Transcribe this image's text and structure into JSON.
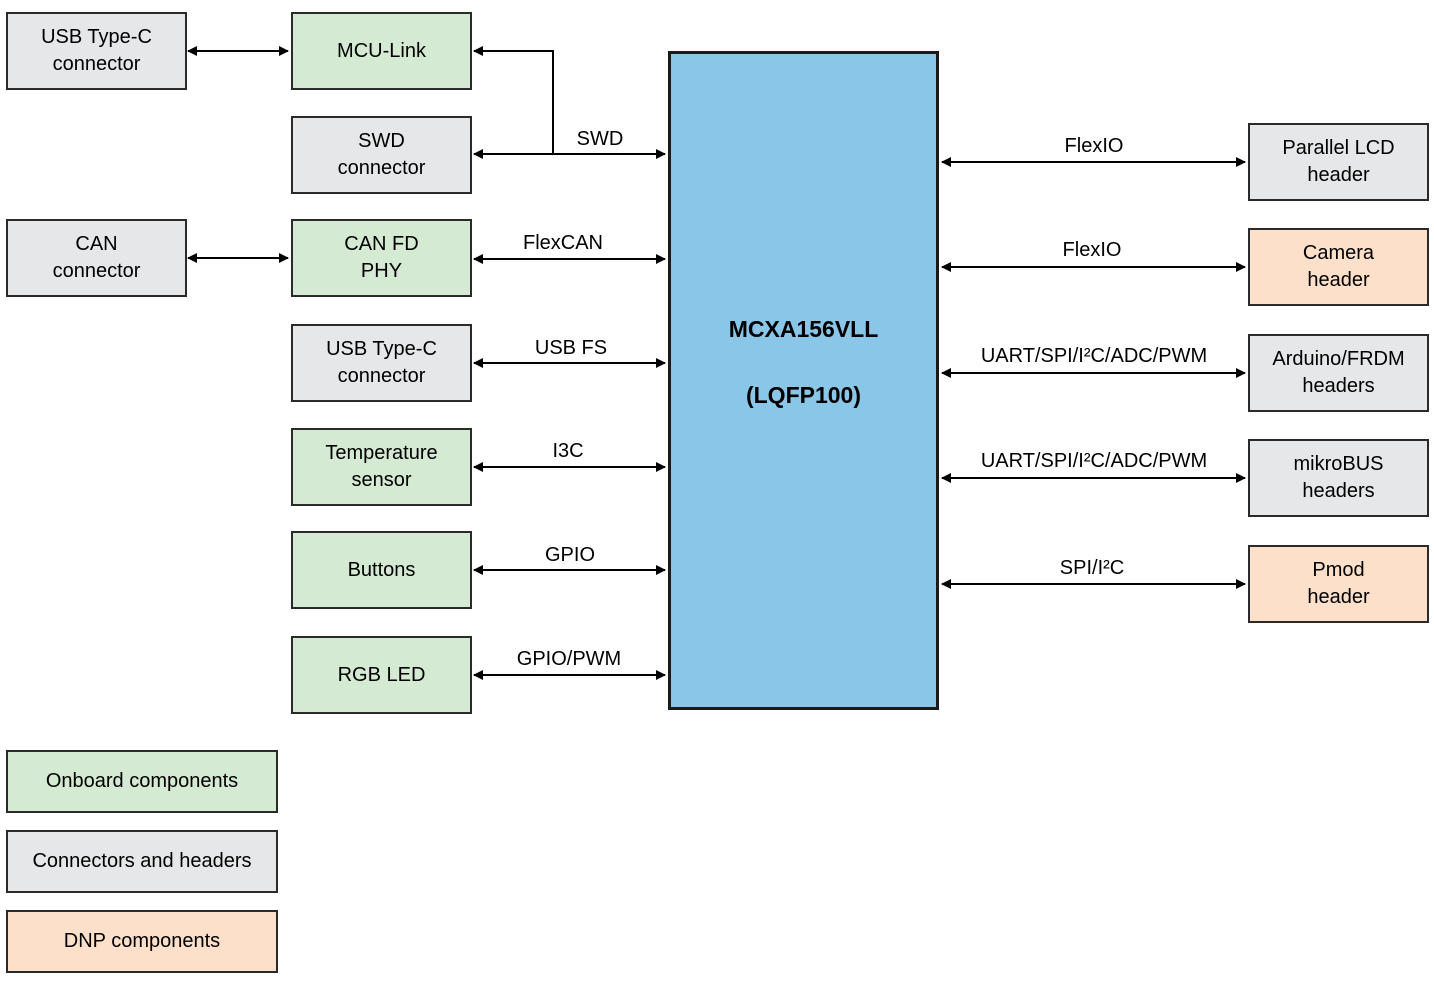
{
  "mcu": {
    "name": "MCXA156VLL",
    "package": "(LQFP100)"
  },
  "colors": {
    "onboard": "#d5ead3",
    "connector": "#e6e7e8",
    "dnp": "#fde0c9",
    "mcu": "#8ac6e8"
  },
  "left_outer": [
    {
      "id": "usbc-debug",
      "label": "USB Type-C\nconnector",
      "category": "connector"
    },
    {
      "id": "can-conn",
      "label": "CAN\nconnector",
      "category": "connector"
    }
  ],
  "left_blocks": [
    {
      "id": "mcu-link",
      "label": "MCU-Link",
      "category": "onboard"
    },
    {
      "id": "swd-conn",
      "label": "SWD\nconnector",
      "category": "connector"
    },
    {
      "id": "can-phy",
      "label": "CAN FD\nPHY",
      "category": "onboard"
    },
    {
      "id": "usbc",
      "label": "USB Type-C\nconnector",
      "category": "connector"
    },
    {
      "id": "temp",
      "label": "Temperature\nsensor",
      "category": "onboard"
    },
    {
      "id": "buttons",
      "label": "Buttons",
      "category": "onboard"
    },
    {
      "id": "rgb",
      "label": "RGB LED",
      "category": "onboard"
    }
  ],
  "left_links": [
    "SWD",
    "FlexCAN",
    "USB FS",
    "I3C",
    "GPIO",
    "GPIO/PWM"
  ],
  "right_blocks": [
    {
      "id": "lcd",
      "label": "Parallel LCD\nheader",
      "category": "connector",
      "link": "FlexIO"
    },
    {
      "id": "camera",
      "label": "Camera\nheader",
      "category": "dnp",
      "link": "FlexIO"
    },
    {
      "id": "arduino",
      "label": "Arduino/FRDM\nheaders",
      "category": "connector",
      "link": "UART/SPI/I²C/ADC/PWM"
    },
    {
      "id": "mikrobus",
      "label": "mikroBUS\nheaders",
      "category": "connector",
      "link": "UART/SPI/I²C/ADC/PWM"
    },
    {
      "id": "pmod",
      "label": "Pmod\nheader",
      "category": "dnp",
      "link": "SPI/I²C"
    }
  ],
  "legend": [
    {
      "label": "Onboard components",
      "category": "onboard"
    },
    {
      "label": "Connectors and headers",
      "category": "connector"
    },
    {
      "label": "DNP components",
      "category": "dnp"
    }
  ]
}
